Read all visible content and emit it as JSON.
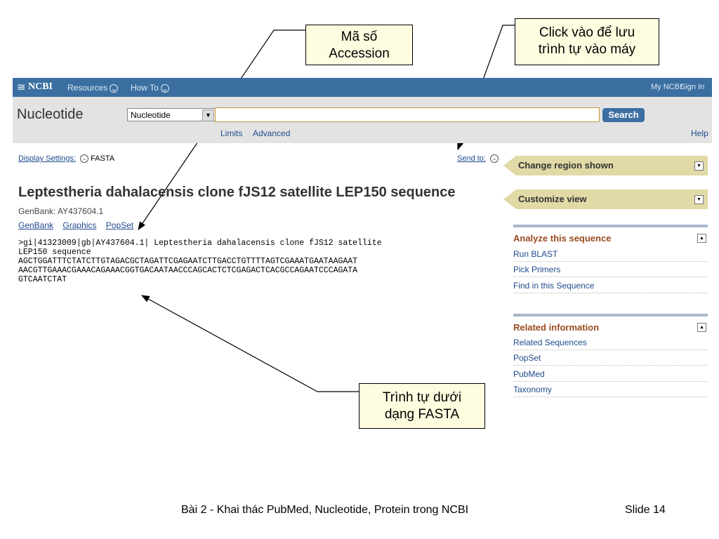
{
  "callouts": {
    "accession": [
      "Mã số",
      "Accession"
    ],
    "save": [
      "Click vào để lưu",
      "trình tự vào máy"
    ],
    "fasta": [
      "Trình tự dưới",
      "dạng FASTA"
    ]
  },
  "topbar": {
    "logo": "NCBI",
    "resources": "Resources",
    "howto": "How To",
    "my_ncbi": "My NCBI",
    "sign_in": "Sign In"
  },
  "search": {
    "db_title": "Nucleotide",
    "db_selected": "Nucleotide",
    "button": "Search",
    "limits": "Limits",
    "advanced": "Advanced",
    "help": "Help"
  },
  "display": {
    "settings_label": "Display Settings:",
    "format": "FASTA",
    "send_to": "Send to:"
  },
  "record": {
    "title": "Leptestheria dahalacensis clone fJS12 satellite LEP150 sequence",
    "genbank_id": "GenBank: AY437604.1",
    "links": [
      "GenBank",
      "Graphics",
      "PopSet"
    ],
    "fasta_lines": [
      ">gi|41323009|gb|AY437604.1| Leptestheria dahalacensis clone fJS12 satellite",
      "LEP150 sequence",
      "AGCTGGATTTCTATCTTGTAGACGCTAGATTCGAGAATCTTGACCTGTTTTAGTCGAAATGAATAAGAAT",
      "AACGTTGAAACGAAACAGAAACGGTGACAATAACCCAGCACTCTCGAGACTCACGCCAGAATCCCAGATA",
      "GTCAATCTAT"
    ]
  },
  "sidebar": {
    "change_region": "Change region shown",
    "customize": "Customize view",
    "analyze": {
      "title": "Analyze this sequence",
      "items": [
        "Run BLAST",
        "Pick Primers",
        "Find in this Sequence"
      ]
    },
    "related": {
      "title": "Related information",
      "items": [
        "Related Sequences",
        "PopSet",
        "PubMed",
        "Taxonomy"
      ]
    }
  },
  "footer": {
    "text": "Bài 2 - Khai thác PubMed, Nucleotide, Protein trong NCBI",
    "slide": "Slide 14"
  }
}
